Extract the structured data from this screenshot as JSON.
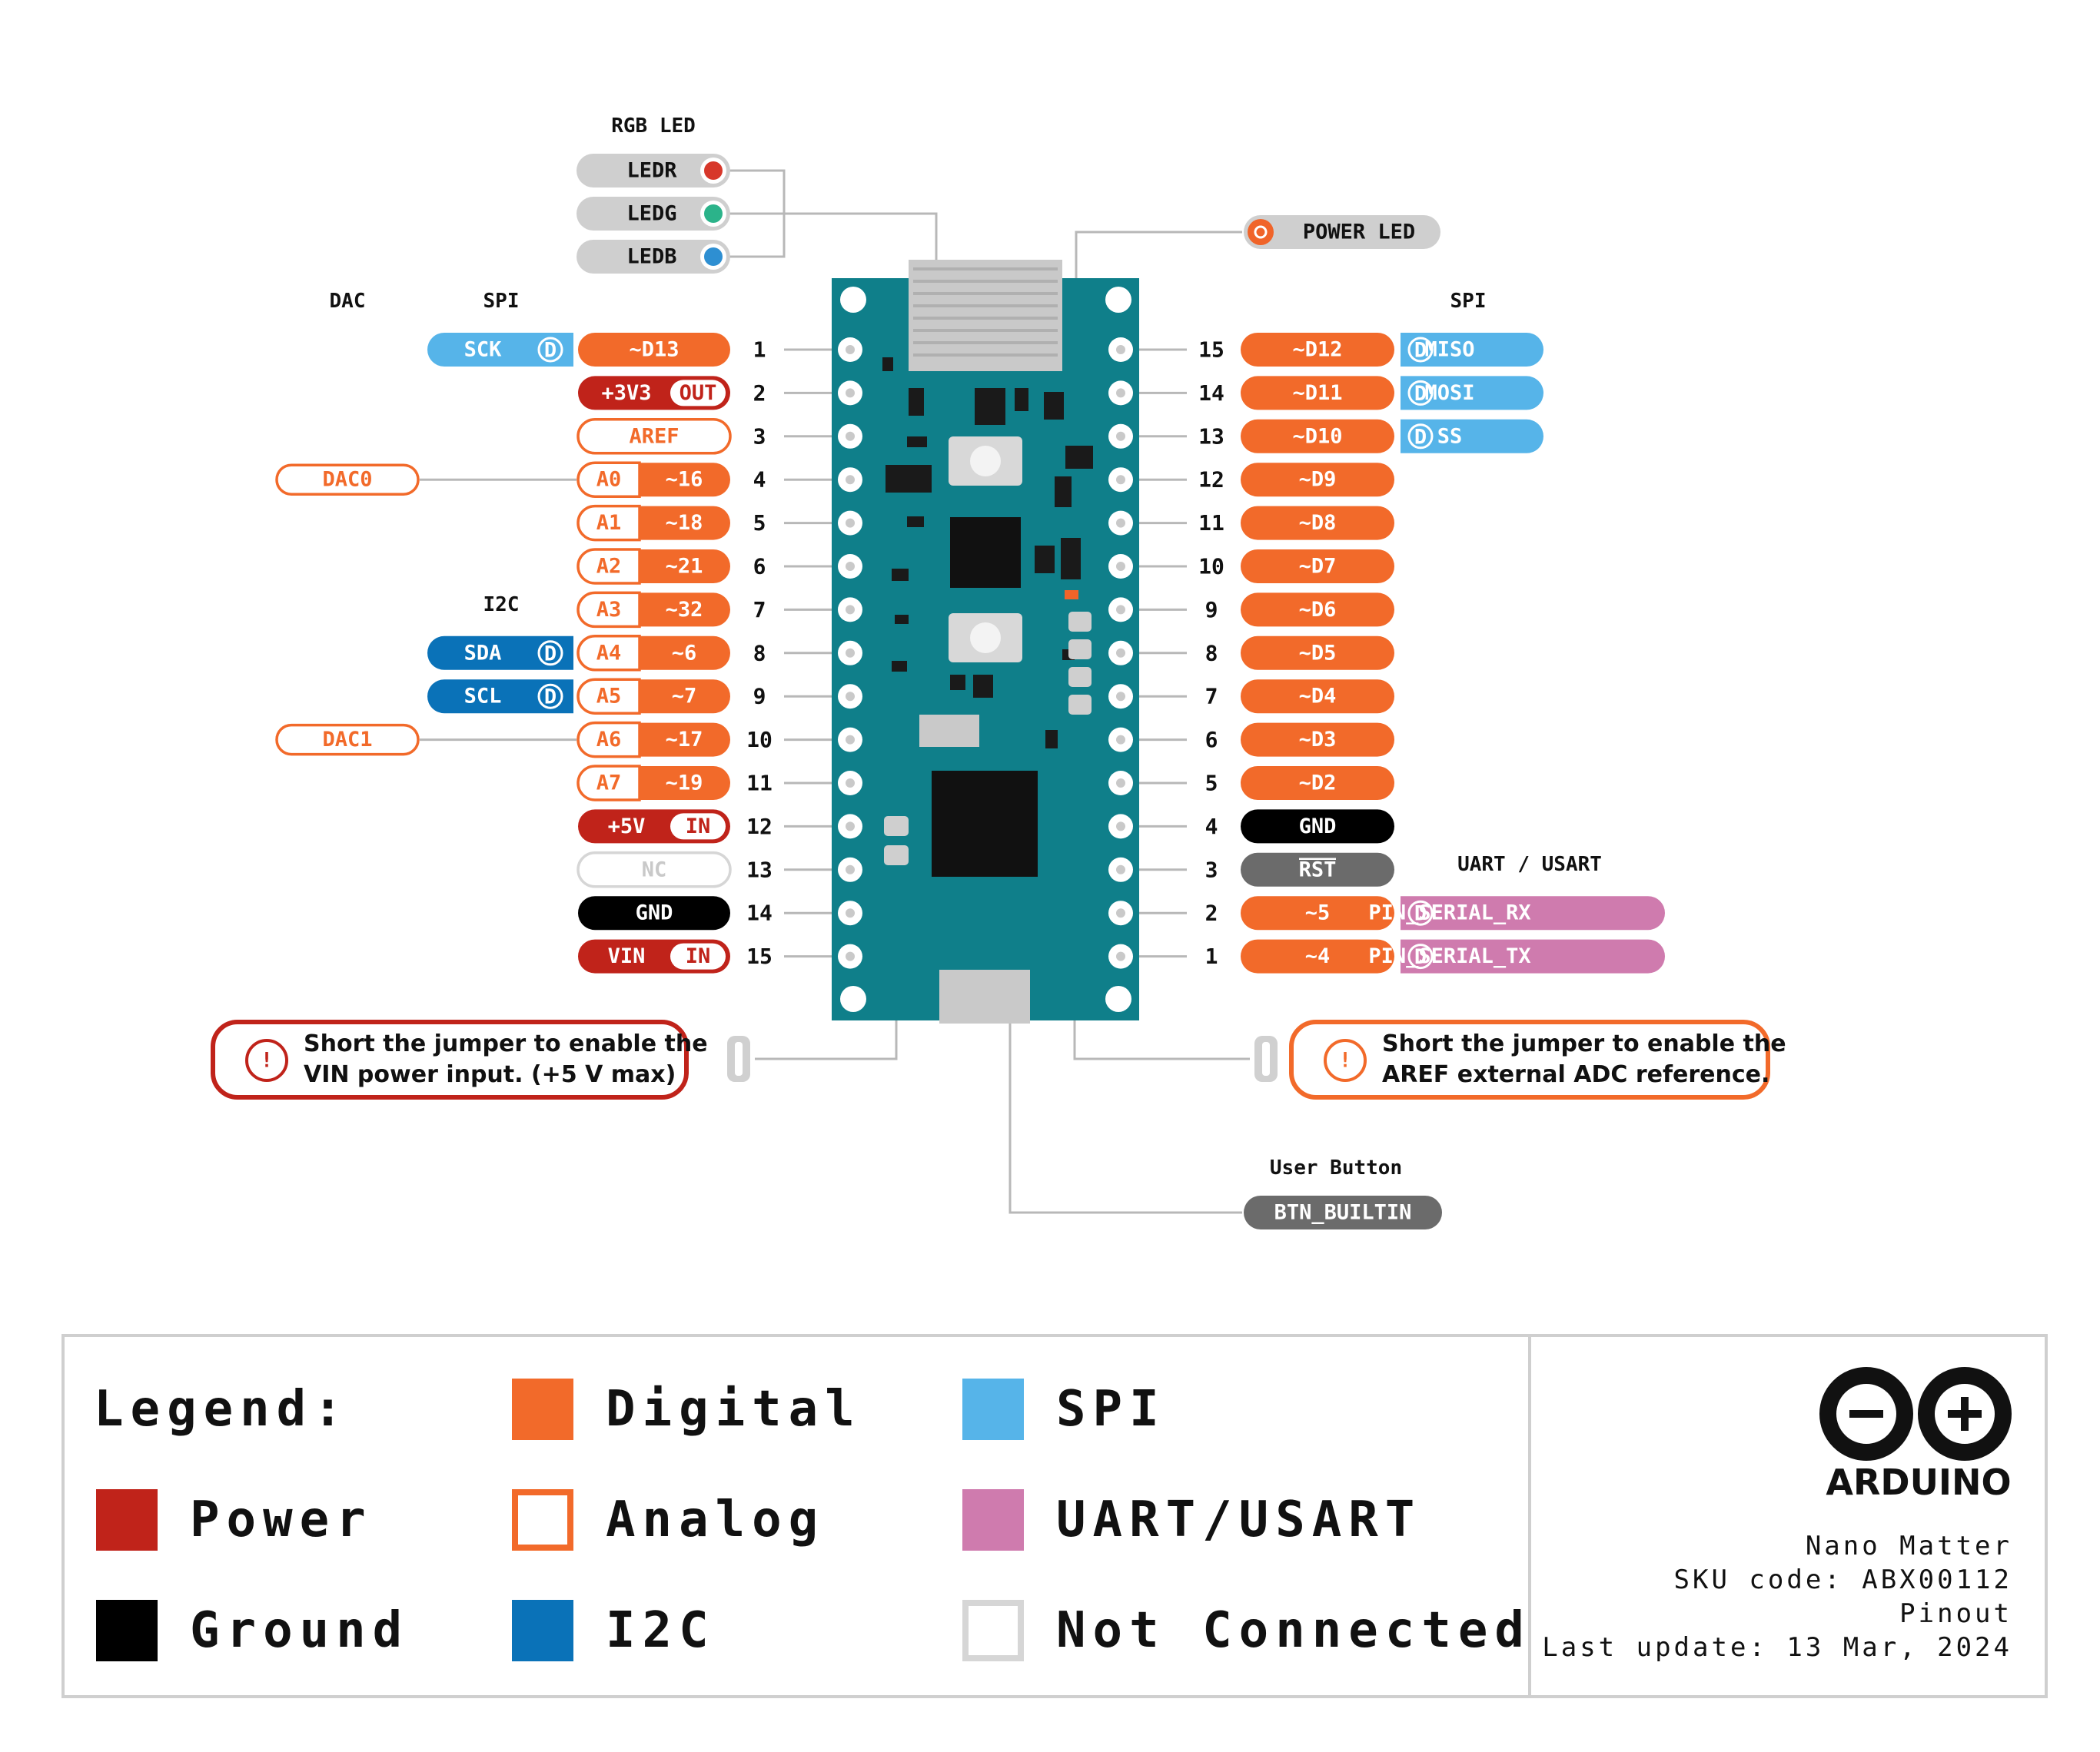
{
  "headers": {
    "rgb_led": "RGB LED",
    "dac": "DAC",
    "spi_left": "SPI",
    "i2c": "I2C",
    "spi_right": "SPI",
    "uart": "UART / USART",
    "user_button": "User Button"
  },
  "rgb_led": [
    {
      "label": "LEDR",
      "color": "#d7372a"
    },
    {
      "label": "LEDG",
      "color": "#2bb38a"
    },
    {
      "label": "LEDB",
      "color": "#2e8fd2"
    }
  ],
  "power_led": {
    "label": "POWER LED",
    "color": "#f06429"
  },
  "left_pins": [
    {
      "num": "1",
      "main": "~D13",
      "type": "digital",
      "extra": {
        "label": "SCK",
        "type": "spi"
      }
    },
    {
      "num": "2",
      "main": "+3V3",
      "type": "power",
      "tag": "OUT"
    },
    {
      "num": "3",
      "main": "AREF",
      "type": "analog"
    },
    {
      "num": "4",
      "analog": "A0",
      "main": "~16",
      "type": "digital",
      "dac": "DAC0"
    },
    {
      "num": "5",
      "analog": "A1",
      "main": "~18",
      "type": "digital"
    },
    {
      "num": "6",
      "analog": "A2",
      "main": "~21",
      "type": "digital"
    },
    {
      "num": "7",
      "analog": "A3",
      "main": "~32",
      "type": "digital"
    },
    {
      "num": "8",
      "analog": "A4",
      "main": "~6",
      "type": "digital",
      "extra": {
        "label": "SDA",
        "type": "i2c"
      }
    },
    {
      "num": "9",
      "analog": "A5",
      "main": "~7",
      "type": "digital",
      "extra": {
        "label": "SCL",
        "type": "i2c"
      }
    },
    {
      "num": "10",
      "analog": "A6",
      "main": "~17",
      "type": "digital",
      "dac": "DAC1"
    },
    {
      "num": "11",
      "analog": "A7",
      "main": "~19",
      "type": "digital"
    },
    {
      "num": "12",
      "main": "+5V",
      "type": "power",
      "tag": "IN"
    },
    {
      "num": "13",
      "main": "NC",
      "type": "nc"
    },
    {
      "num": "14",
      "main": "GND",
      "type": "ground"
    },
    {
      "num": "15",
      "main": "VIN",
      "type": "power",
      "tag": "IN"
    }
  ],
  "right_pins": [
    {
      "num": "15",
      "main": "~D12",
      "type": "digital",
      "extra": {
        "label": "MISO",
        "type": "spi"
      }
    },
    {
      "num": "14",
      "main": "~D11",
      "type": "digital",
      "extra": {
        "label": "MOSI",
        "type": "spi"
      }
    },
    {
      "num": "13",
      "main": "~D10",
      "type": "digital",
      "extra": {
        "label": "SS",
        "type": "spi"
      }
    },
    {
      "num": "12",
      "main": "~D9",
      "type": "digital"
    },
    {
      "num": "11",
      "main": "~D8",
      "type": "digital"
    },
    {
      "num": "10",
      "main": "~D7",
      "type": "digital"
    },
    {
      "num": "9",
      "main": "~D6",
      "type": "digital"
    },
    {
      "num": "8",
      "main": "~D5",
      "type": "digital"
    },
    {
      "num": "7",
      "main": "~D4",
      "type": "digital"
    },
    {
      "num": "6",
      "main": "~D3",
      "type": "digital"
    },
    {
      "num": "5",
      "main": "~D2",
      "type": "digital"
    },
    {
      "num": "4",
      "main": "GND",
      "type": "ground"
    },
    {
      "num": "3",
      "main": "RST",
      "type": "reset"
    },
    {
      "num": "2",
      "main": "~5",
      "type": "digital",
      "extra": {
        "label": "PIN_SERIAL_RX",
        "type": "uart"
      }
    },
    {
      "num": "1",
      "main": "~4",
      "type": "digital",
      "extra": {
        "label": "PIN_SERIAL_TX",
        "type": "uart"
      }
    }
  ],
  "badge_letter": "D",
  "notes": {
    "vin_line1": "Short the jumper to enable the",
    "vin_line2": "VIN power input. (+5 V max)",
    "aref_line1": "Short the jumper to enable the",
    "aref_line2": "AREF external ADC reference.",
    "alert_symbol": "!"
  },
  "button": {
    "label": "BTN_BUILTIN"
  },
  "legend": {
    "title": "Legend:",
    "items": [
      {
        "label": "Power",
        "type": "power"
      },
      {
        "label": "Ground",
        "type": "ground"
      },
      {
        "label": "Digital",
        "type": "digital"
      },
      {
        "label": "Analog",
        "type": "analog"
      },
      {
        "label": "I2C",
        "type": "i2c"
      },
      {
        "label": "SPI",
        "type": "spi"
      },
      {
        "label": "UART/USART",
        "type": "uart"
      },
      {
        "label": "Not Connected",
        "type": "nc"
      }
    ]
  },
  "info": {
    "brand": "ARDUINO",
    "product": "Nano Matter",
    "sku": "SKU code: ABX00112",
    "doc": "Pinout",
    "updated": "Last update: 13 Mar, 2024"
  },
  "colors": {
    "power": "#c0231a",
    "ground": "#000000",
    "digital": "#f26a2a",
    "analog": "#f26a2a",
    "i2c": "#0a72b8",
    "spi": "#56b4e9",
    "uart": "#cf7bae",
    "nc": "#d6d6d6",
    "reset": "#6b6b6b",
    "led_pill": "#cfcfcf",
    "board": "#0f7f8a",
    "line": "#b8b8b8"
  }
}
